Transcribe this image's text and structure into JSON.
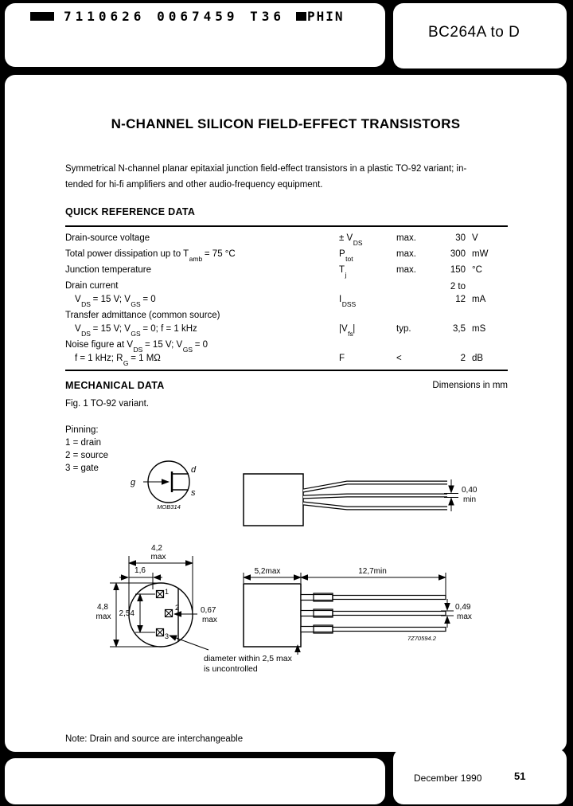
{
  "header": {
    "barcode_text": "7110626 0067459 T36",
    "phin_label": "PHIN",
    "part_number": "BC264A to D"
  },
  "title": "N-CHANNEL SILICON FIELD-EFFECT TRANSISTORS",
  "intro_lines": [
    "Symmetrical N-channel planar epitaxial junction field-effect transistors in a plastic TO-92 variant; in-",
    "tended for hi-fi amplifiers and other audio-frequency equipment."
  ],
  "quick_reference": {
    "heading": "QUICK REFERENCE DATA",
    "rows": [
      {
        "desc": "Drain-source voltage",
        "cond": "",
        "symbol": "± V~DS~",
        "qual": "max.",
        "value": "30",
        "unit": "V"
      },
      {
        "desc": "Total power dissipation up to T~amb~ = 75 °C",
        "cond": "",
        "symbol": "P~tot~",
        "qual": "max.",
        "value": "300",
        "unit": "mW"
      },
      {
        "desc": "Junction temperature",
        "cond": "",
        "symbol": "T~j~",
        "qual": "max.",
        "value": "150",
        "unit": "°C"
      },
      {
        "desc": "Drain current",
        "cond": "V~DS~ = 15 V; V~GS~ = 0",
        "symbol": "I~DSS~",
        "qual": "",
        "value": "2 to 12",
        "unit": "mA"
      },
      {
        "desc": "Transfer admittance (common source)",
        "cond": "V~DS~ = 15 V; V~GS~ = 0; f = 1 kHz",
        "symbol": "|V~fs~|",
        "qual": "typ.",
        "value": "3,5",
        "unit": "mS"
      },
      {
        "desc": "Noise figure at V~DS~ = 15 V; V~GS~ = 0",
        "cond": "f = 1 kHz; R~G~ = 1 MΩ",
        "symbol": "F",
        "qual": "<",
        "value": "2",
        "unit": "dB"
      }
    ]
  },
  "mechanical": {
    "heading": "MECHANICAL DATA",
    "dimensions_note": "Dimensions in mm",
    "fig_caption": "Fig. 1  TO-92 variant.",
    "pinning_title": "Pinning:",
    "pin_functions": [
      "1 = drain",
      "2 = source",
      "3 = gate"
    ],
    "symbol_labels": {
      "gate": "g",
      "drain": "d",
      "source": "s",
      "code": "MOB314"
    },
    "pin_numbers": [
      "1",
      "2",
      "3"
    ],
    "dims": {
      "lead_min": [
        "0,40",
        "min"
      ],
      "body_width": [
        "4,2",
        "max"
      ],
      "pin_offset": "1,6",
      "body_height": [
        "4,8",
        "max"
      ],
      "pin_pitch": "2,54",
      "pin_width": [
        "0,67",
        "max"
      ],
      "body_length": "5,2max",
      "lead_length": "12,7min",
      "lead_width": [
        "0,49",
        "max"
      ],
      "drawing_code": "7Z70594.2",
      "diameter_note": [
        "diameter within 2,5 max",
        "is uncontrolled"
      ]
    }
  },
  "note": "Note: Drain and source are interchangeable",
  "footer": {
    "date": "December 1990",
    "page_number": "51"
  }
}
